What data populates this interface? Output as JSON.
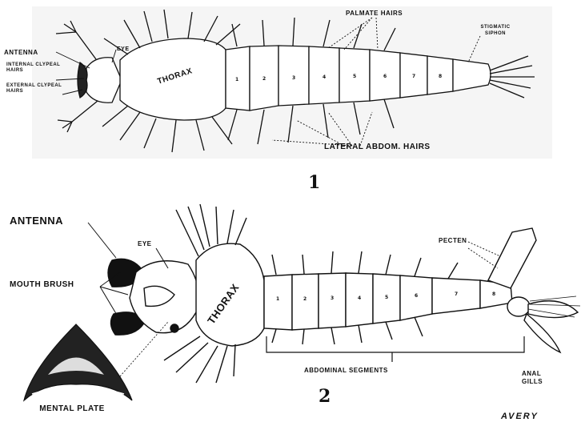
{
  "figure1": {
    "number": "1",
    "labels": {
      "antenna": "ANTENNA",
      "eye": "EYE",
      "internal_clypeal_hairs": "INTERNAL CLYPEAL HAIRS",
      "external_clypeal_hairs": "EXTERNAL CLYPEAL HAIRS",
      "thorax": "THORAX",
      "palmate_hairs": "PALMATE HAIRS",
      "stigmatic_siphon": "STIGMATIC SIPHON",
      "lateral_abdom_hairs": "LATERAL ABDOM. HAIRS"
    },
    "segment_numbers": [
      "1",
      "2",
      "3",
      "4",
      "5",
      "6",
      "7",
      "8"
    ]
  },
  "figure2": {
    "number": "2",
    "labels": {
      "antenna": "ANTENNA",
      "eye": "EYE",
      "mouth_brush": "MOUTH BRUSH",
      "thorax": "THORAX",
      "pecten": "PECTEN",
      "abdominal_segments": "ABDOMINAL SEGMENTS",
      "anal_gills": "ANAL GILLS",
      "mental_plate": "MENTAL PLATE"
    },
    "segment_numbers": [
      "1",
      "2",
      "3",
      "4",
      "5",
      "6",
      "7",
      "8"
    ]
  },
  "signature": "AVERY",
  "colors": {
    "ink": "#111111",
    "paper": "#ffffff",
    "shade": "#f2f2f2"
  }
}
